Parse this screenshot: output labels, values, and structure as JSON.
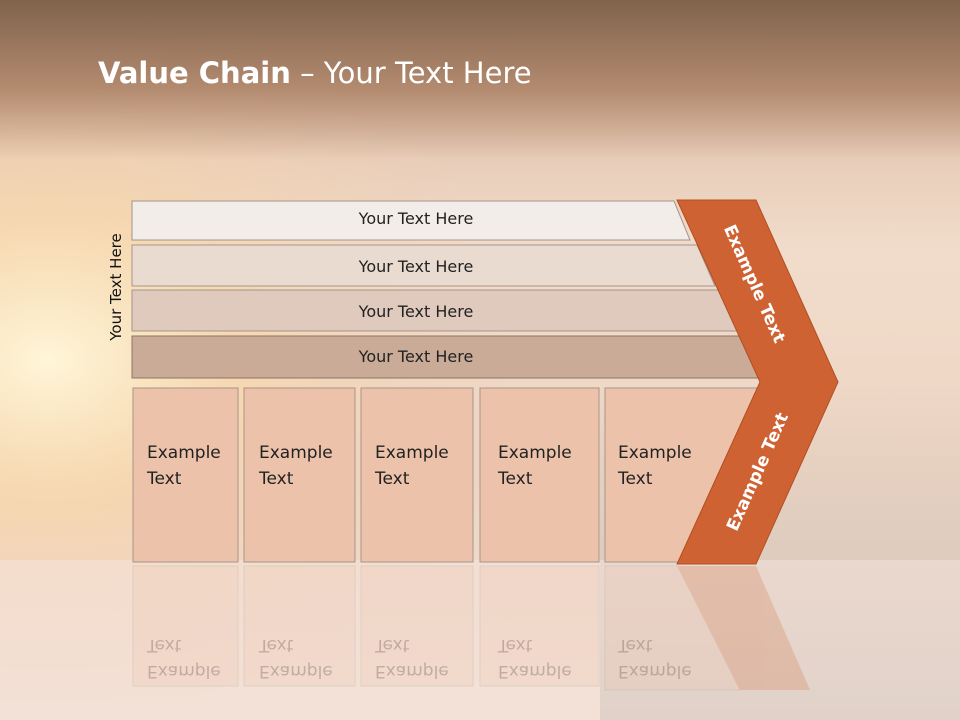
{
  "title": {
    "bold": "Value Chain",
    "rest": " – Your Text Here"
  },
  "side_label": "Your Text Here",
  "bars": [
    "Your Text Here",
    "Your Text Here",
    "Your Text Here",
    "Your Text Here"
  ],
  "cells": [
    {
      "line1": "Example",
      "line2": "Text"
    },
    {
      "line1": "Example",
      "line2": "Text"
    },
    {
      "line1": "Example",
      "line2": "Text"
    },
    {
      "line1": "Example",
      "line2": "Text"
    },
    {
      "line1": "Example",
      "line2": "Text"
    }
  ],
  "arrow": {
    "top_label": "Example Text",
    "bottom_label": "Example Text"
  },
  "colors": {
    "accent": "#cf6232",
    "bar1": "#f3ede9",
    "bar2": "#eadbd1",
    "bar3": "#dfcabd",
    "bar4": "#c9ab97",
    "cell": "#ecc3aa"
  }
}
